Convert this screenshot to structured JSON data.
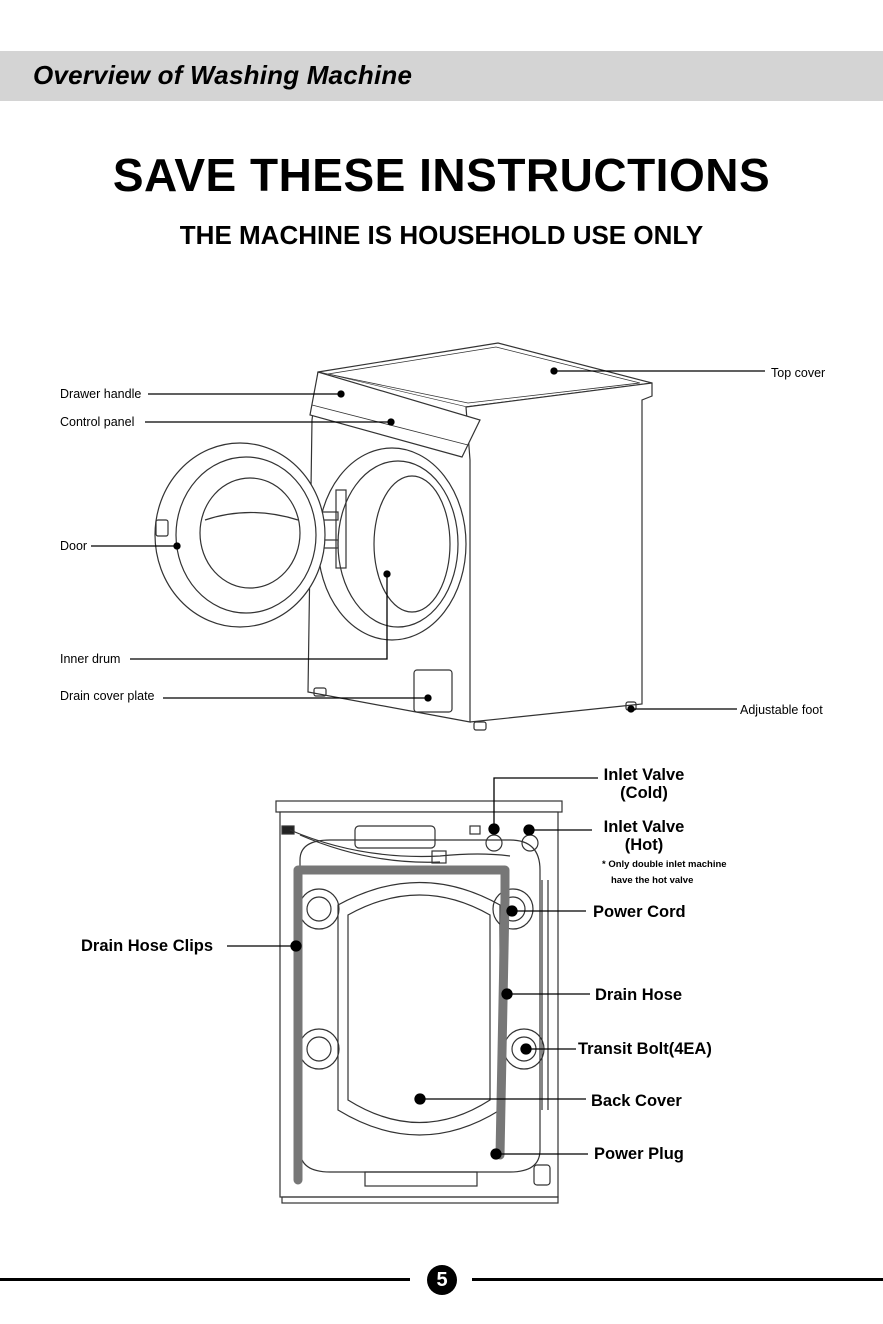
{
  "header": {
    "title": "Overview of Washing Machine"
  },
  "main": {
    "title": "SAVE THESE INSTRUCTIONS",
    "subtitle": "THE MACHINE IS HOUSEHOLD USE ONLY"
  },
  "front_view": {
    "labels": {
      "drawer_handle": "Drawer handle",
      "control_panel": "Control panel",
      "door": "Door",
      "inner_drum": "Inner drum",
      "drain_cover_plate": "Drain cover plate",
      "top_cover": "Top cover",
      "adjustable_foot": "Adjustable foot"
    }
  },
  "back_view": {
    "labels": {
      "inlet_valve_cold_line1": "Inlet Valve",
      "inlet_valve_cold_line2": "(Cold)",
      "inlet_valve_hot_line1": "Inlet Valve",
      "inlet_valve_hot_line2": "(Hot)",
      "hot_valve_note_line1": "* Only double inlet machine",
      "hot_valve_note_line2": "have the hot valve",
      "power_cord": "Power Cord",
      "drain_hose": "Drain Hose",
      "transit_bolt": "Transit Bolt(4EA)",
      "back_cover": "Back Cover",
      "power_plug": "Power Plug",
      "drain_hose_clips": "Drain Hose Clips"
    }
  },
  "footer": {
    "page_number": "5"
  }
}
